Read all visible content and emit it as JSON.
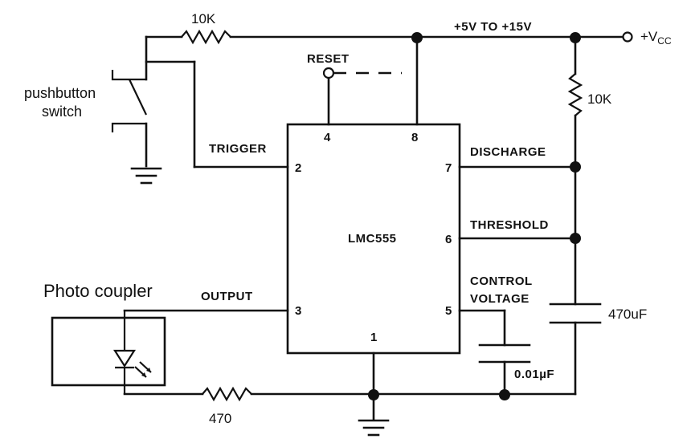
{
  "labels": {
    "supply": "+5V TO +15V",
    "vcc_prefix": "+V",
    "vcc_sub": "CC",
    "reset": "RESET",
    "trigger": "TRIGGER",
    "discharge": "DISCHARGE",
    "threshold": "THRESHOLD",
    "control_line1": "CONTROL",
    "control_line2": "VOLTAGE",
    "output": "OUTPUT",
    "ic_name": "LMC555",
    "switch_line1": "pushbutton",
    "switch_line2": "switch",
    "photo_coupler": "Photo coupler"
  },
  "pins": {
    "p1": "1",
    "p2": "2",
    "p3": "3",
    "p4": "4",
    "p5": "5",
    "p6": "6",
    "p7": "7",
    "p8": "8"
  },
  "components": {
    "r_top": "10K",
    "r_right": "10K",
    "r_bottom": "470",
    "c_timing": "470uF",
    "c_control": "0.01µF"
  }
}
